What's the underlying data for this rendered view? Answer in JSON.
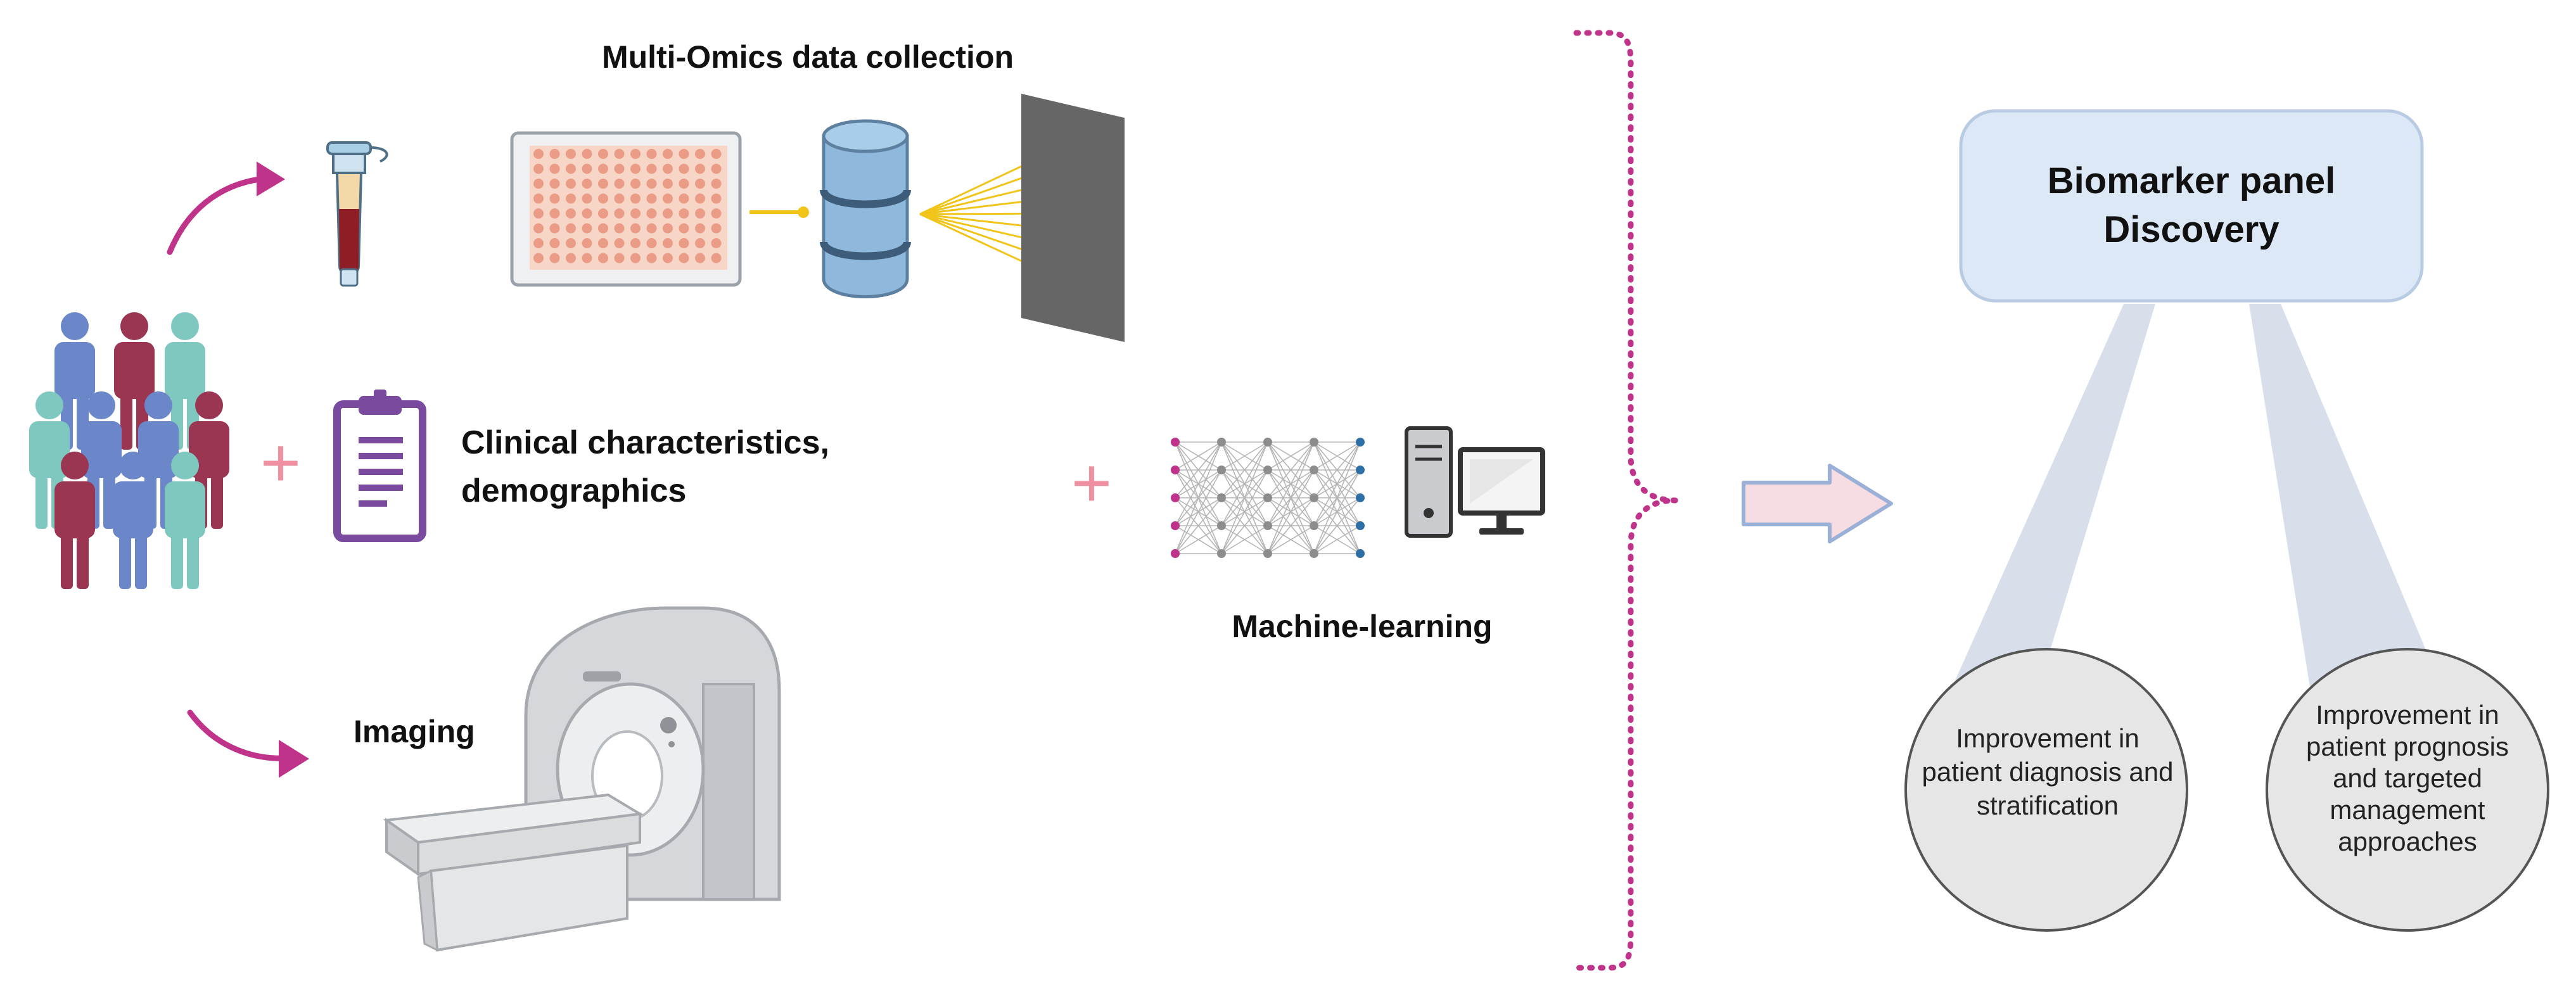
{
  "labels": {
    "multi_omics": "Multi-Omics data collection",
    "clinical_line1": "Clinical characteristics,",
    "clinical_line2": "demographics",
    "imaging": "Imaging",
    "machine_learning": "Machine-learning",
    "biomarker_line1": "Biomarker panel",
    "biomarker_line2": "Discovery",
    "outcome1": [
      "Improvement in",
      "patient diagnosis and",
      "stratification"
    ],
    "outcome2": [
      "Improvement in",
      "patient prognosis",
      "and targeted",
      "management",
      "approaches"
    ],
    "plus": "+"
  },
  "colors": {
    "magenta": "#c0338a",
    "pink_plus": "#f08fa0",
    "teal": "#7ec8c0",
    "blue": "#6b86c9",
    "maroon": "#9a3652",
    "purple": "#7a4a9e",
    "yellow": "#f0c419",
    "db_blue": "#8fb8dd",
    "box_fill": "#dce8f6",
    "box_stroke": "#b8cbe2",
    "beam": "#d8dfea",
    "circle_fill": "#e6e6e6",
    "circle_stroke": "#555555",
    "brace": "#c0338a",
    "arrow_fill": "#f6dde4",
    "arrow_stroke": "#9ab0d6"
  },
  "icons": [
    "blood-tube-icon",
    "microplate-icon",
    "database-icon",
    "detector-panel-icon",
    "patients-group-icon",
    "clipboard-icon",
    "mri-scanner-icon",
    "neural-network-icon",
    "computer-icon",
    "right-arrow-icon",
    "curly-brace-icon"
  ]
}
